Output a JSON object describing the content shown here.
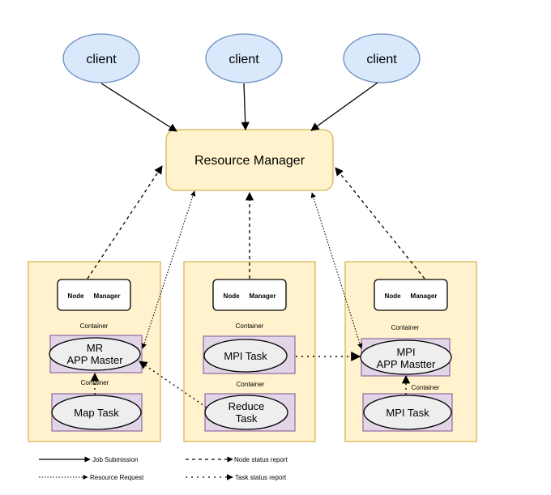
{
  "clients": [
    {
      "label": "client"
    },
    {
      "label": "client"
    },
    {
      "label": "client"
    }
  ],
  "resource_manager": {
    "label": "Resource Manager"
  },
  "nodes": [
    {
      "node_manager": [
        "Node",
        "Manager"
      ],
      "container_top": "Container",
      "app": [
        "MR",
        "APP Master"
      ],
      "container_mid": "Container",
      "task": [
        "Map Task"
      ]
    },
    {
      "node_manager": [
        "Node",
        "Manager"
      ],
      "container_top": "Container",
      "app": [
        "MPI Task"
      ],
      "container_mid": "Container",
      "task": [
        "Reduce",
        "Task"
      ]
    },
    {
      "node_manager": [
        "Node",
        "Manager"
      ],
      "container_top": "Container",
      "app": [
        "MPI",
        "APP Mastter"
      ],
      "container_mid": "Container",
      "task": [
        "MPI Task"
      ]
    }
  ],
  "legend": {
    "job_submission": "Job Submission",
    "node_status": "Node status report",
    "resource_request": "Resource Request",
    "task_status": "Task status report"
  },
  "colors": {
    "client_fill": "#dae8fc",
    "client_stroke": "#6c8ebf",
    "rm_fill": "#fff2cc",
    "rm_stroke": "#d6b656",
    "node_fill": "#fff2cc",
    "node_stroke": "#d6b656",
    "container_fill": "#e1d5e7",
    "container_stroke": "#9673a6",
    "task_fill": "#eeeeee"
  }
}
